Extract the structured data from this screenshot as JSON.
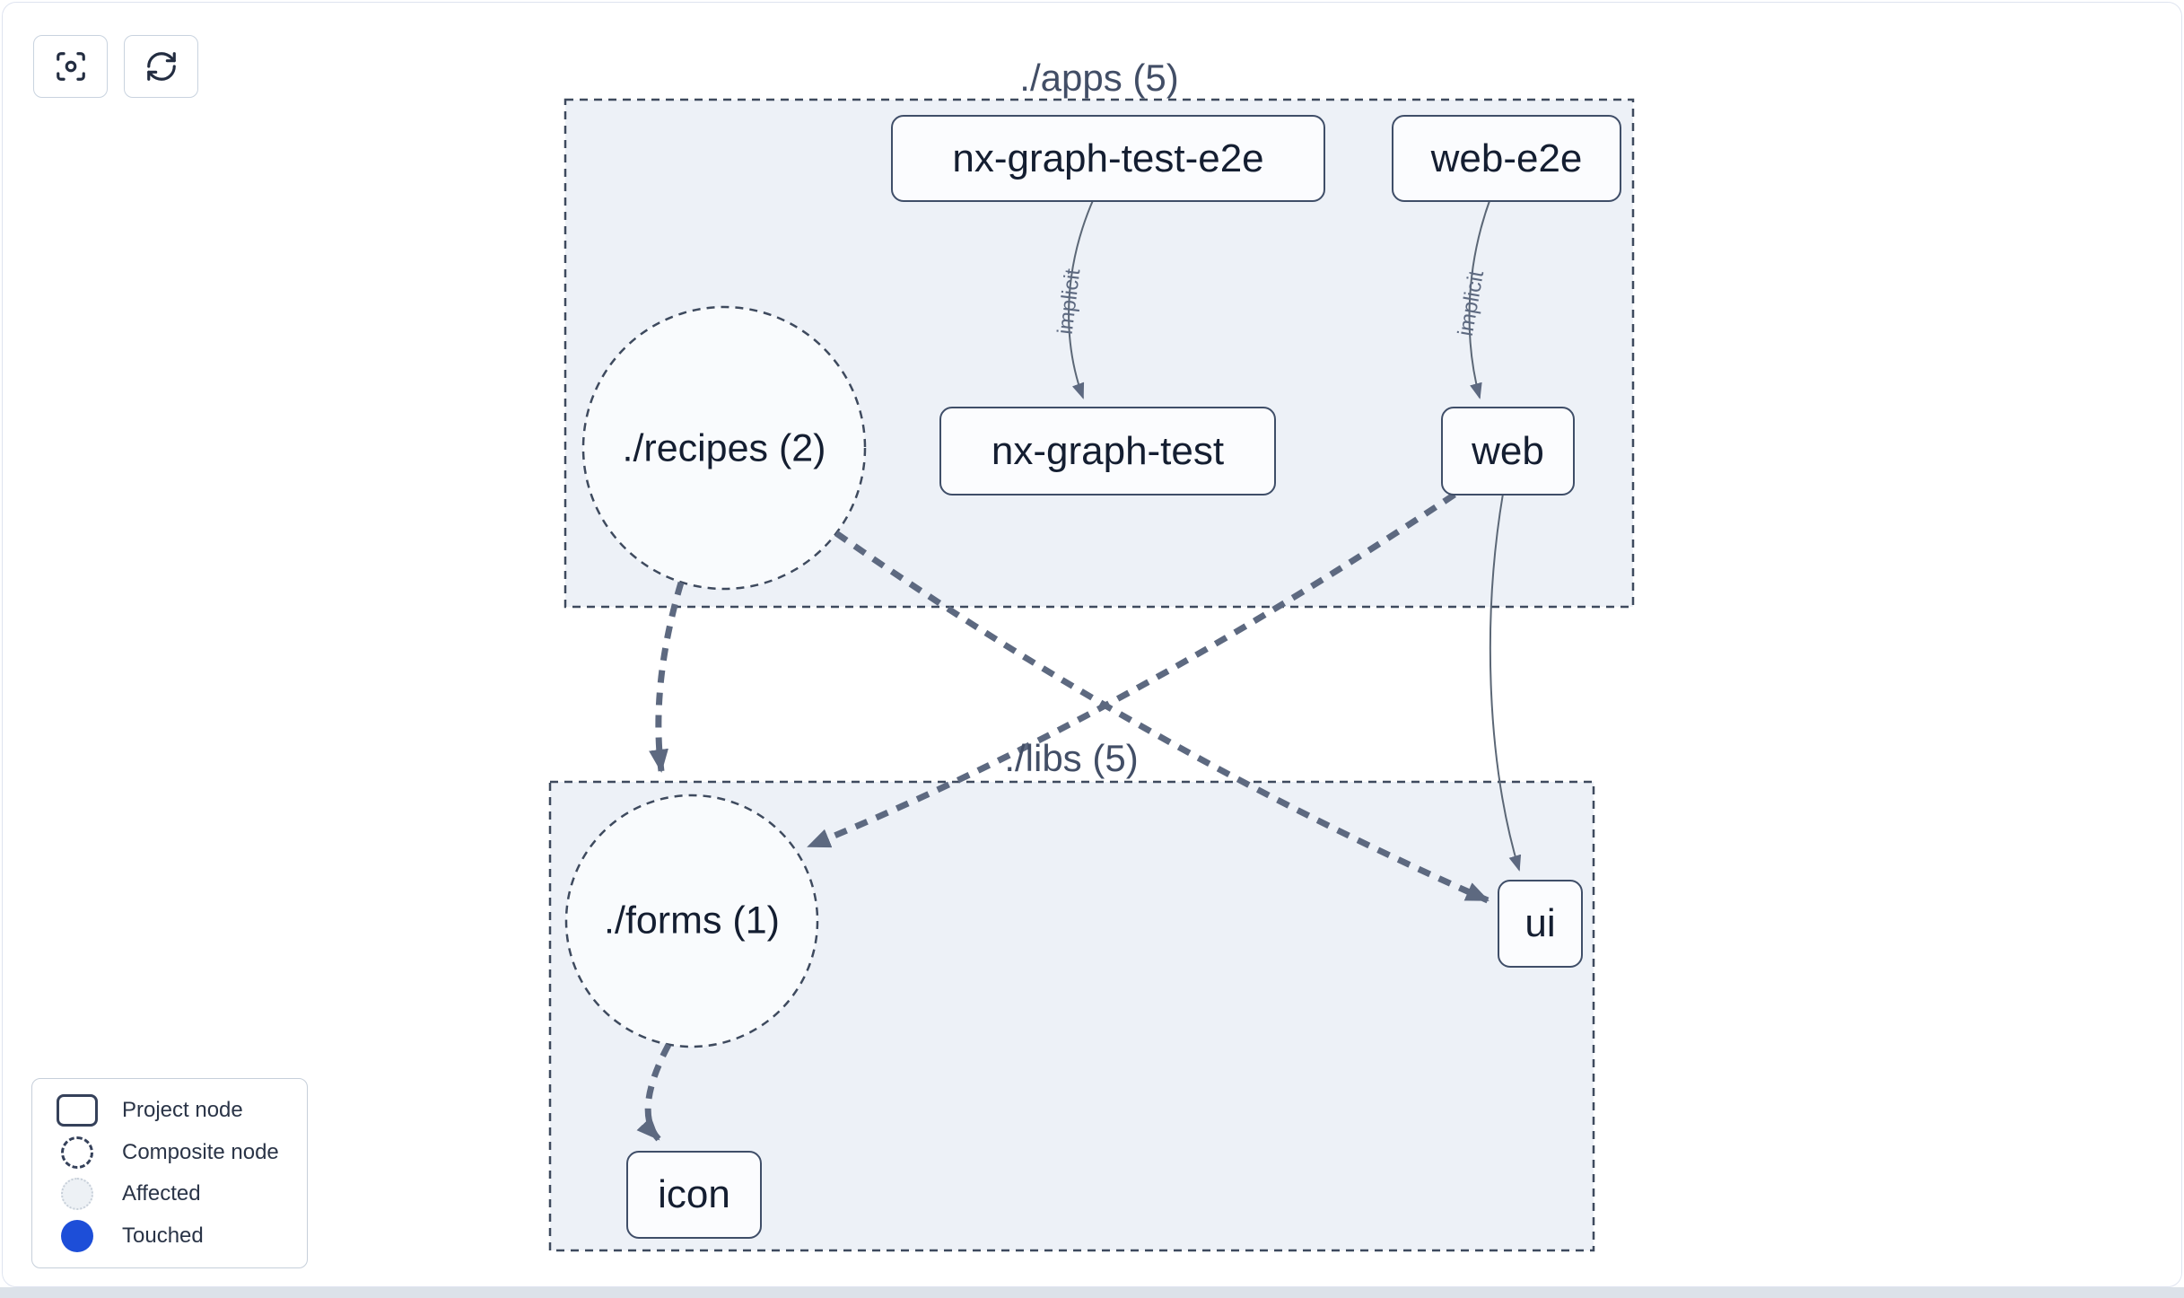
{
  "toolbar": {
    "buttons": [
      {
        "name": "center-graph",
        "icon": "focus-icon"
      },
      {
        "name": "refresh-graph",
        "icon": "refresh-icon"
      }
    ]
  },
  "graph": {
    "groups": [
      {
        "id": "apps",
        "label": "./apps (5)"
      },
      {
        "id": "libs",
        "label": "./libs (5)"
      }
    ],
    "composite_nodes": [
      {
        "id": "recipes",
        "label": "./recipes (2)",
        "group": "apps"
      },
      {
        "id": "forms",
        "label": "./forms (1)",
        "group": "libs"
      }
    ],
    "project_nodes": [
      {
        "id": "nx-graph-test-e2e",
        "label": "nx-graph-test-e2e",
        "group": "apps"
      },
      {
        "id": "web-e2e",
        "label": "web-e2e",
        "group": "apps"
      },
      {
        "id": "nx-graph-test",
        "label": "nx-graph-test",
        "group": "apps"
      },
      {
        "id": "web",
        "label": "web",
        "group": "apps"
      },
      {
        "id": "ui",
        "label": "ui",
        "group": "libs"
      },
      {
        "id": "icon",
        "label": "icon",
        "group": "libs"
      }
    ],
    "edges": [
      {
        "from": "nx-graph-test-e2e",
        "to": "nx-graph-test",
        "label": "implicit",
        "style": "solid"
      },
      {
        "from": "web-e2e",
        "to": "web",
        "label": "implicit",
        "style": "solid"
      },
      {
        "from": "recipes",
        "to": "forms",
        "label": "",
        "style": "dashed"
      },
      {
        "from": "recipes",
        "to": "ui",
        "label": "",
        "style": "dashed"
      },
      {
        "from": "web",
        "to": "forms",
        "label": "",
        "style": "dashed"
      },
      {
        "from": "web",
        "to": "ui",
        "label": "",
        "style": "solid"
      },
      {
        "from": "forms",
        "to": "icon",
        "label": "",
        "style": "dashed"
      }
    ]
  },
  "legend": {
    "items": [
      {
        "label": "Project node",
        "swatch": "project"
      },
      {
        "label": "Composite node",
        "swatch": "composite"
      },
      {
        "label": "Affected",
        "swatch": "affected"
      },
      {
        "label": "Touched",
        "swatch": "touched"
      }
    ]
  },
  "colors": {
    "touched_blue": "#1d4ed8",
    "group_fill": "#edf1f7",
    "group_border": "#3e4a5e",
    "edge": "#5d6980",
    "node_border": "#3f4e68",
    "node_text": "#141e31"
  }
}
